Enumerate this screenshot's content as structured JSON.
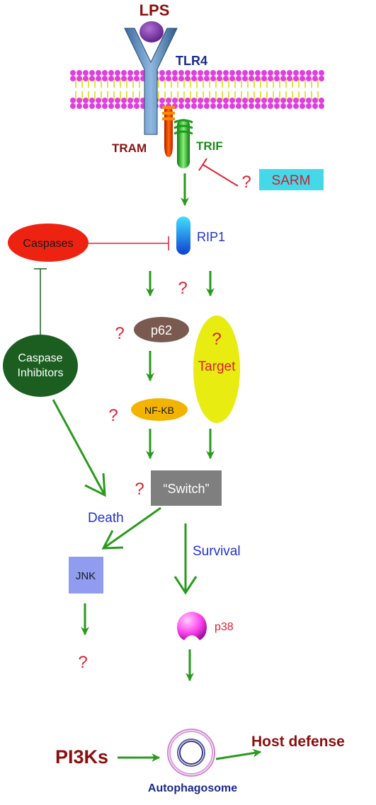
{
  "labels": {
    "lps": "LPS",
    "tlr4": "TLR4",
    "tram": "TRAM",
    "trif": "TRIF",
    "sarm": "SARM",
    "rip1": "RIP1",
    "caspases": "Caspases",
    "caspase_inhibitors_line1": "Caspase",
    "caspase_inhibitors_line2": "Inhibitors",
    "p62": "p62",
    "target": "Target",
    "nfkb": "NF-KB",
    "switch": "“Switch”",
    "death": "Death",
    "survival": "Survival",
    "jnk": "JNK",
    "p38": "p38",
    "pi3ks": "PI3Ks",
    "host_defense": "Host defense",
    "autophagosome": "Autophagosome",
    "question": "?"
  },
  "colors": {
    "arrow_green": "#2a9a1e",
    "inhibit_red": "#e02030",
    "dark_red": "#8b0f0f",
    "blue_text": "#2233cc",
    "navy_text": "#1a2a8a",
    "sarm_box": "#44d8e8",
    "caspases": "#ee2211",
    "caspase_inhibitors": "#1b5e20",
    "p62": "#7a5a50",
    "target": "#e8ec10",
    "nfkb": "#f2b400",
    "switch": "#7f7f7f",
    "jnk": "#8f9cf0",
    "p38": "#e040e0"
  }
}
